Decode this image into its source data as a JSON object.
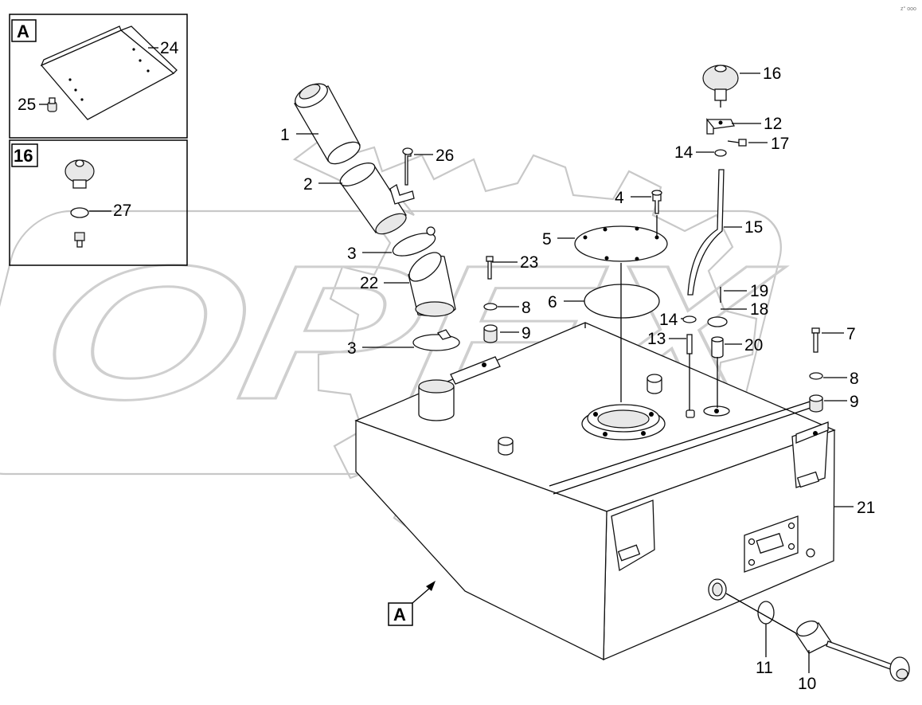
{
  "watermark": {
    "text": "OPEX"
  },
  "corner_code": "z° ooo",
  "inset_a": {
    "label": "A",
    "parts": {
      "p24": "24",
      "p25": "25"
    }
  },
  "inset_16": {
    "label": "16",
    "parts": {
      "p27": "27"
    }
  },
  "view_marker": "A",
  "callouts": {
    "c1": "1",
    "c2": "2",
    "c3a": "3",
    "c3b": "3",
    "c4": "4",
    "c5": "5",
    "c6": "6",
    "c7": "7",
    "c8a": "8",
    "c8b": "8",
    "c9a": "9",
    "c9b": "9",
    "c10": "10",
    "c11": "11",
    "c12": "12",
    "c13": "13",
    "c14a": "14",
    "c14b": "14",
    "c15": "15",
    "c16": "16",
    "c17": "17",
    "c18": "18",
    "c19": "19",
    "c20": "20",
    "c21": "21",
    "c22": "22",
    "c23": "23",
    "c26": "26"
  }
}
